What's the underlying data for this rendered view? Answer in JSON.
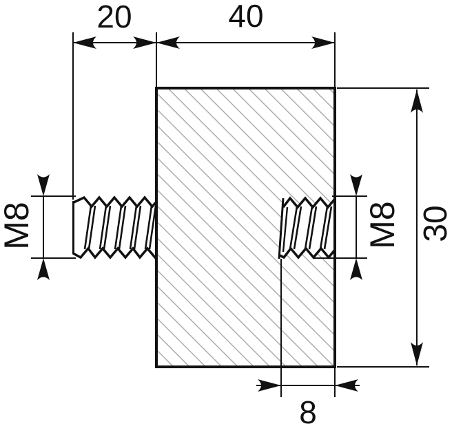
{
  "colors": {
    "line": "#111111",
    "hatch": "#adadad",
    "background": "#ffffff"
  },
  "labels": {
    "stud_length": "20",
    "body_width": "40",
    "body_height": "30",
    "thread_left": "M8",
    "thread_right": "M8",
    "thread_depth": "8"
  }
}
